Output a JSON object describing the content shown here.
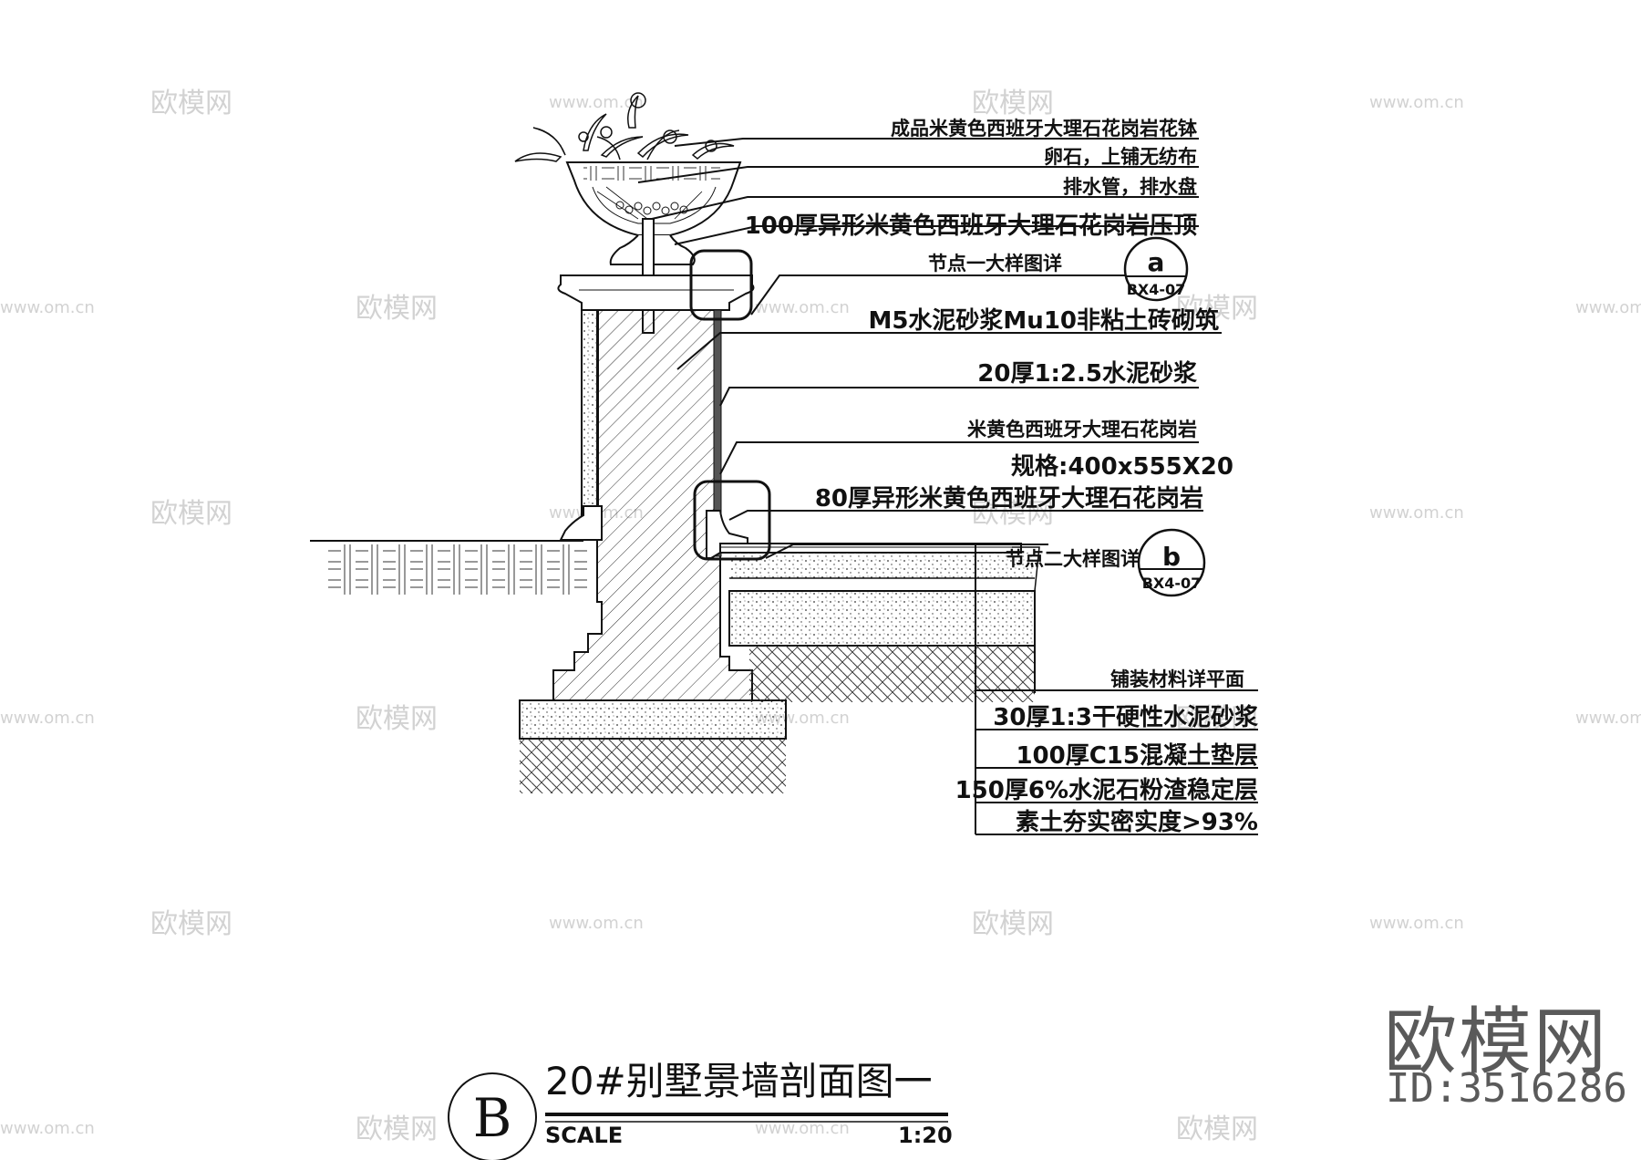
{
  "brand": {
    "name": "欧模网",
    "id_text": "ID:3516286"
  },
  "watermarks": {
    "logo_text": "欧模网",
    "url_text": "www.om.cn"
  },
  "title": {
    "text": "20#别墅景墙剖面图一",
    "symbol": "B",
    "scale_label": "SCALE",
    "scale_value": "1:20"
  },
  "callouts": [
    {
      "text": "成品米黄色西班牙大理石花岗岩花钵"
    },
    {
      "text": "卵石，上铺无纺布"
    },
    {
      "text": "排水管，排水盘"
    },
    {
      "text": "100厚异形米黄色西班牙大理石花岗岩压顶"
    },
    {
      "text": "节点一大样图详"
    },
    {
      "text": "M5水泥砂浆Mu10非粘土砖砌筑"
    },
    {
      "text": "20厚1:2.5水泥砂浆"
    },
    {
      "text": "米黄色西班牙大理石花岗岩"
    },
    {
      "text": "规格:400x555X20"
    },
    {
      "text": "80厚异形米黄色西班牙大理石花岗岩"
    },
    {
      "text": "节点二大样图详"
    },
    {
      "text": "铺装材料详平面"
    },
    {
      "text": "30厚1:3干硬性水泥砂浆"
    },
    {
      "text": "100厚C15混凝土垫层"
    },
    {
      "text": "150厚6%水泥石粉渣稳定层"
    },
    {
      "text": "素土夯实密实度>93%"
    }
  ],
  "detail_refs": [
    {
      "letter": "a",
      "sheet": "BX4-07"
    },
    {
      "letter": "b",
      "sheet": "BX4-07"
    }
  ],
  "colors": {
    "line": "#111111",
    "watermark": "#d2d2d2",
    "brand": "#5a5a5a"
  }
}
